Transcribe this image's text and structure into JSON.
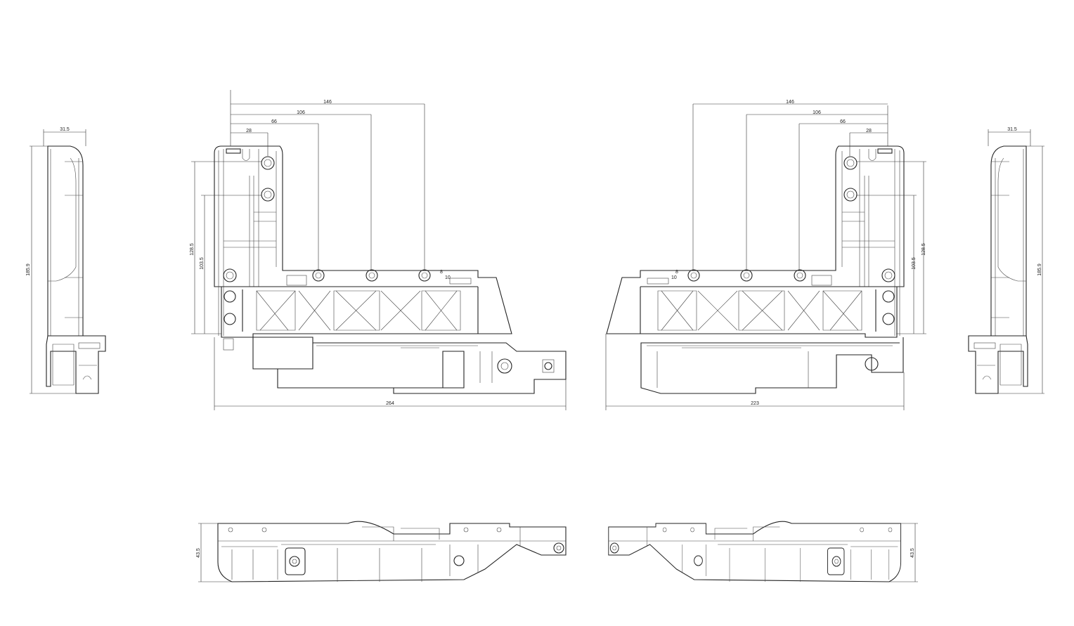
{
  "drawing": {
    "left_side_view": {
      "width": "31.5",
      "height": "185.9"
    },
    "left_front_view": {
      "d1": "146",
      "d2": "106",
      "d3": "66",
      "d4": "28",
      "h1": "128.5",
      "h2": "103.5",
      "overall_width": "264"
    },
    "right_front_view": {
      "d1": "146",
      "d2": "106",
      "d3": "66",
      "d4": "28",
      "h1": "128.5",
      "h2": "103.5",
      "overall_width": "223"
    },
    "right_side_view": {
      "width": "31.5",
      "height": "185.9"
    },
    "left_bottom_view": {
      "height": "43.5"
    },
    "right_bottom_view": {
      "height": "43.5"
    },
    "callouts": {
      "a": "8",
      "b": "10"
    }
  }
}
